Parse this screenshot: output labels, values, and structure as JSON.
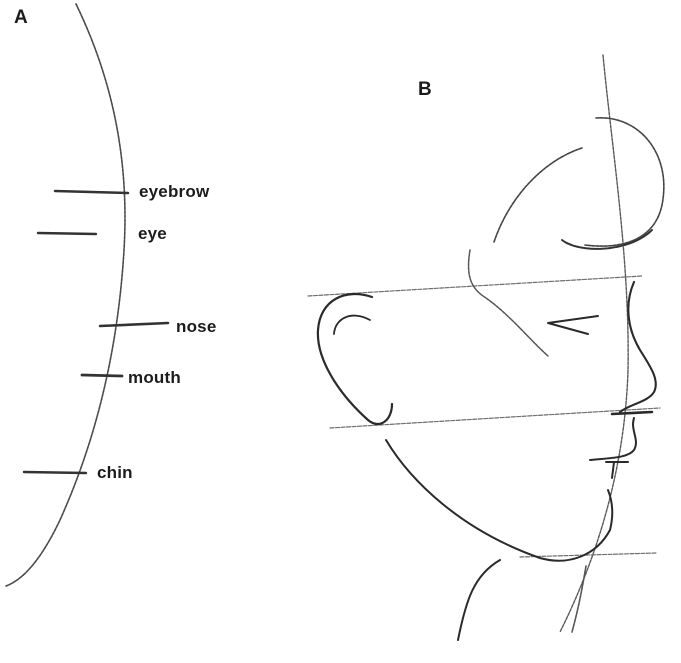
{
  "panels": [
    {
      "id": "A",
      "label": "A"
    },
    {
      "id": "B",
      "label": "B"
    }
  ],
  "guide_labels": [
    "eyebrow",
    "eye",
    "nose",
    "mouth",
    "chin"
  ],
  "colors": {
    "background": "#ffffff",
    "stroke": "#2a2a2a",
    "stroke_light": "#6e6e6e",
    "text": "#1c1c1c"
  }
}
